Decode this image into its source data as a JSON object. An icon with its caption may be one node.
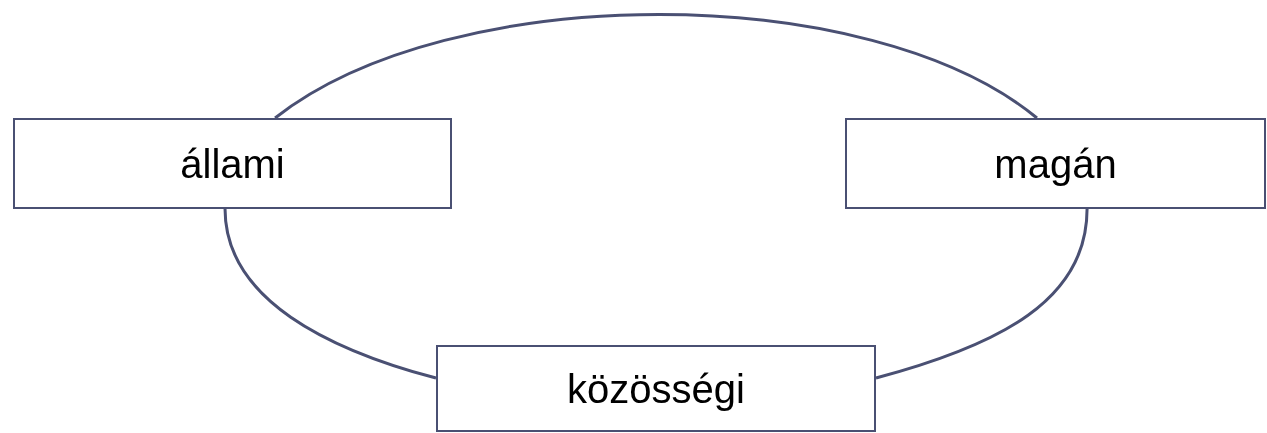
{
  "diagram": {
    "nodes": [
      {
        "text": [
          "állami"
        ]
      },
      {
        "text": [
          "magán"
        ]
      },
      {
        "text": [
          "közösségi"
        ]
      }
    ],
    "edges": [
      {
        "from": 0,
        "to": 1,
        "arrow": "none"
      },
      {
        "from": 0,
        "to": 2,
        "arrow": "none"
      },
      {
        "from": 1,
        "to": 2,
        "arrow": "none"
      }
    ]
  }
}
